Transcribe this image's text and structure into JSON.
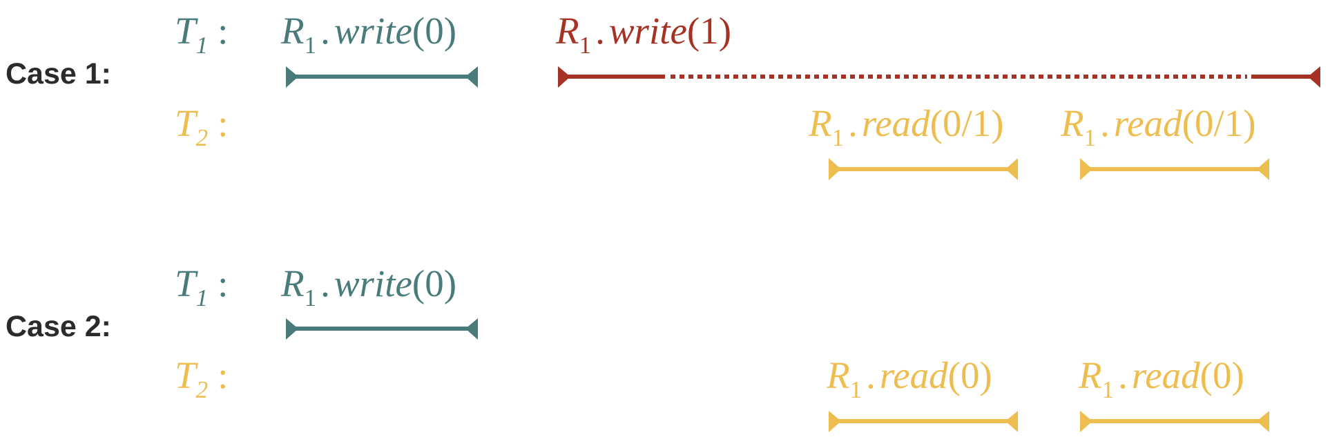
{
  "colors": {
    "teal": "#4a7b7b",
    "red": "#a53223",
    "gold": "#eebd4f",
    "label": "#2b2b2b"
  },
  "cases": [
    {
      "label": "Case 1:",
      "threads": [
        {
          "name": "T",
          "sub": "1",
          "colon": ":",
          "color": "teal",
          "ops": [
            {
              "reg": "R",
              "sub": "1",
              "dot": ".",
              "fn": "write",
              "arg": "(0)",
              "color": "teal",
              "style": "solid"
            },
            {
              "reg": "R",
              "sub": "1",
              "dot": ".",
              "fn": "write",
              "arg": "(1)",
              "color": "red",
              "style": "dotted-middle"
            }
          ]
        },
        {
          "name": "T",
          "sub": "2",
          "colon": ":",
          "color": "gold",
          "ops": [
            {
              "reg": "R",
              "sub": "1",
              "dot": ".",
              "fn": "read",
              "arg": "(0/1)",
              "color": "gold",
              "style": "solid"
            },
            {
              "reg": "R",
              "sub": "1",
              "dot": ".",
              "fn": "read",
              "arg": "(0/1)",
              "color": "gold",
              "style": "solid"
            }
          ]
        }
      ]
    },
    {
      "label": "Case 2:",
      "threads": [
        {
          "name": "T",
          "sub": "1",
          "colon": ":",
          "color": "teal",
          "ops": [
            {
              "reg": "R",
              "sub": "1",
              "dot": ".",
              "fn": "write",
              "arg": "(0)",
              "color": "teal",
              "style": "solid"
            }
          ]
        },
        {
          "name": "T",
          "sub": "2",
          "colon": ":",
          "color": "gold",
          "ops": [
            {
              "reg": "R",
              "sub": "1",
              "dot": ".",
              "fn": "read",
              "arg": "(0)",
              "color": "gold",
              "style": "solid"
            },
            {
              "reg": "R",
              "sub": "1",
              "dot": ".",
              "fn": "read",
              "arg": "(0)",
              "color": "gold",
              "style": "solid"
            }
          ]
        }
      ]
    }
  ]
}
